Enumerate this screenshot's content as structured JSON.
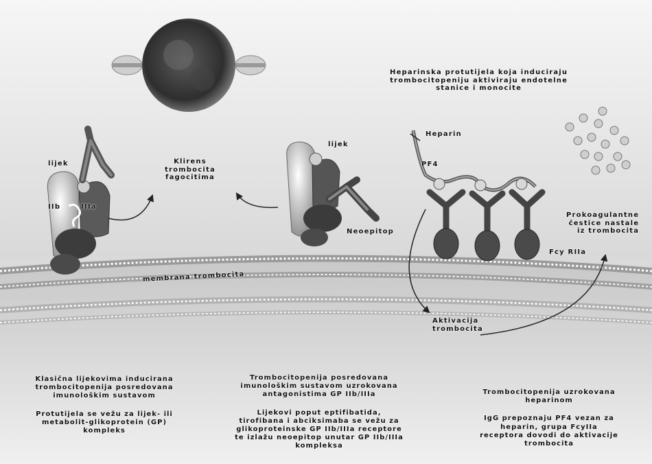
{
  "labels": {
    "lijek_left": "lijek",
    "iib": "IIb",
    "iiia": "IIIa",
    "klirens": [
      "Klirens",
      "trombocita",
      "fagocitima"
    ],
    "lijek_mid": "lijek",
    "neoepitop": "Neoepitop",
    "membrana": "membrana trombocita",
    "heparin_title": [
      "Heparinska protutijela koja induciraju",
      "trombocitopeniju aktiviraju endotelne",
      "stanice i monocite"
    ],
    "heparin": "Heparin",
    "pf4": "PF4",
    "prokoagulantne": [
      "Prokoagulantne",
      "čestice nastale",
      "iz trombocita"
    ],
    "fcy": "Fcy RIIa",
    "aktivacija": [
      "Aktivacija",
      "trombocita"
    ]
  },
  "captions": {
    "left": {
      "title": [
        "Klasična lijekovima inducirana",
        "trombocitopenija posredovana",
        "imunološkim sustavom"
      ],
      "body": [
        "Protutijela se vežu za lijek- ili",
        "metabolit-glikoprotein (GP)",
        "kompleks"
      ]
    },
    "middle": {
      "title": [
        "Trombocitopenija posredovana",
        "imunološkim sustavom uzrokovana",
        "antagonistima GP IIb/IIIa"
      ],
      "body": [
        "Lijekovi poput eptifibatida,",
        "tirofibana i abciksimaba se vežu za",
        "glikoproteinske GP IIb/IIIa receptore",
        "te izlažu neoepitop unutar GP IIb/IIIa",
        "kompleksa"
      ]
    },
    "right": {
      "title": [
        "Trombocitopenija uzrokovana",
        "heparinom"
      ],
      "body": [
        "IgG prepoznaju PF4 vezan za",
        "heparin, grupa FcyIIa",
        "receptora dovodi do aktivacije",
        "trombocita"
      ]
    }
  }
}
